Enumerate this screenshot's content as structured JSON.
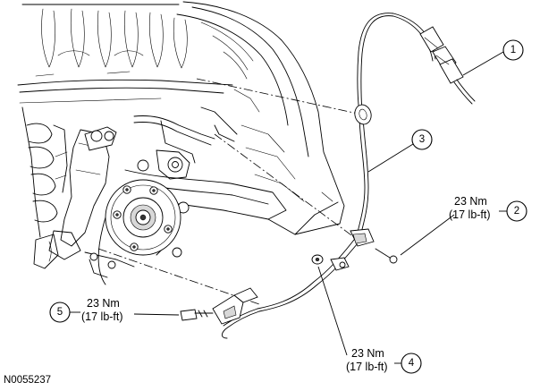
{
  "figure_id": "N0055237",
  "callouts": [
    {
      "number": "1",
      "torque_nm": "",
      "torque_lbft": ""
    },
    {
      "number": "2",
      "torque_nm": "23 Nm",
      "torque_lbft": "(17 lb-ft)"
    },
    {
      "number": "3",
      "torque_nm": "",
      "torque_lbft": ""
    },
    {
      "number": "4",
      "torque_nm": "23 Nm",
      "torque_lbft": "(17 lb-ft)"
    },
    {
      "number": "5",
      "torque_nm": "23 Nm",
      "torque_lbft": "(17 lb-ft)"
    }
  ]
}
